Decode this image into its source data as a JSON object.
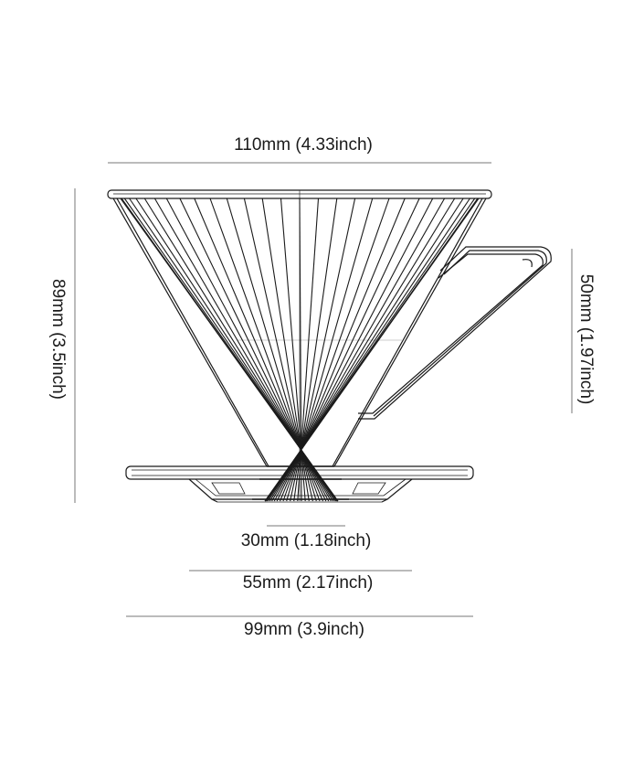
{
  "dimensions": {
    "top_width": "110mm (4.33inch)",
    "height": "89mm (3.5inch)",
    "handle_height": "50mm (1.97inch)",
    "outlet_width": "30mm (1.18inch)",
    "inner_base_width": "55mm (2.17inch)",
    "base_plate_width": "99mm (3.9inch)"
  },
  "colors": {
    "line": "#1a1a1a",
    "dimension_line": "#555555",
    "background": "#ffffff"
  }
}
